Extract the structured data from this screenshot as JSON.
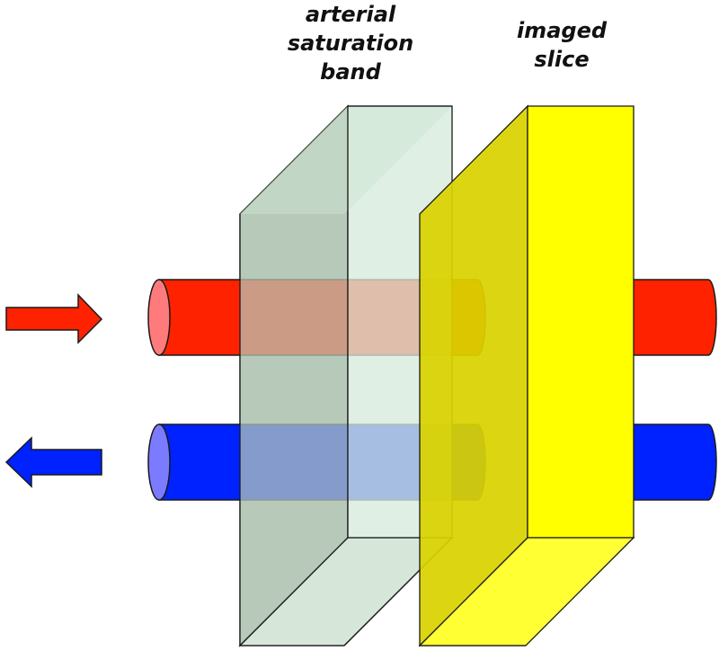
{
  "labels": {
    "saturation_band": [
      "arterial",
      "saturation",
      "band"
    ],
    "imaged_slice": [
      "imaged",
      "slice"
    ]
  },
  "colors": {
    "artery": "#ff2200",
    "artery_cap": "#ff7b7b",
    "vein": "#0022ff",
    "vein_cap": "#7b7bff",
    "band_front": "#d6eadb",
    "band_side": "#b7cab9",
    "slice_front": "#ffff00",
    "slice_side": "#d9d300",
    "outline": "#1a1a1a"
  },
  "icons": {
    "inflow": "arrow-right",
    "outflow": "arrow-left"
  }
}
